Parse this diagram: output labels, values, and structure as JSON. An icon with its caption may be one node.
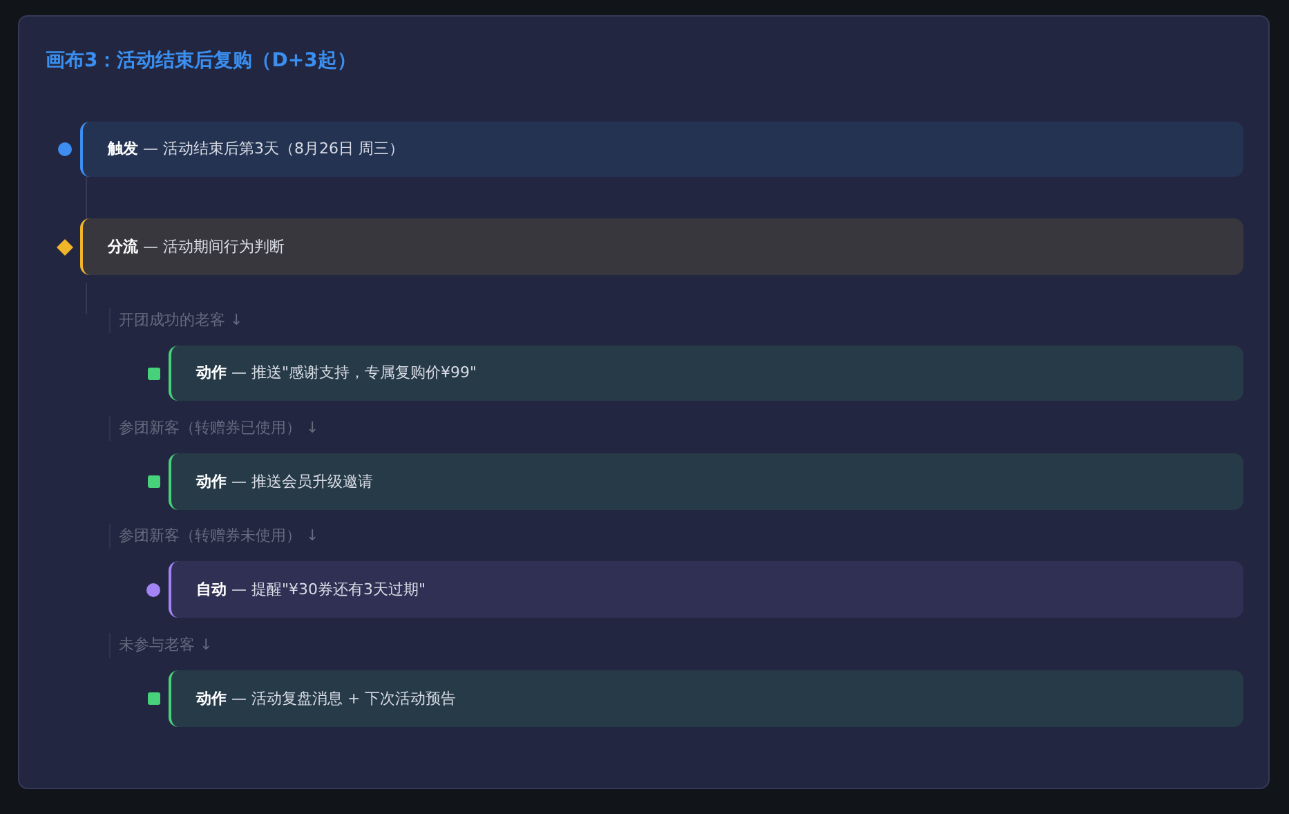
{
  "diagram": {
    "title": "画布3：活动结束后复购（D+3起）",
    "nodes": [
      {
        "text": [
          "**触发** — 活动结束后第3天（8月26日 周三）"
        ]
      },
      {
        "text": [
          "**分流** — 活动期间行为判断"
        ]
      },
      {
        "text": [
          "**动作** — 推送\"感谢支持，专属复购价¥99\""
        ],
        "beside": [
          "开团成功的老客 ↓"
        ]
      },
      {
        "text": [
          "**动作** — 推送会员升级邀请"
        ],
        "beside": [
          "参团新客（转赠券已使用） ↓"
        ]
      },
      {
        "text": [
          "**自动** — 提醒\"¥30券还有3天过期\""
        ],
        "beside": [
          "参团新客（转赠券未使用） ↓"
        ]
      },
      {
        "text": [
          "**动作** — 活动复盘消息 + 下次活动预告"
        ],
        "beside": [
          "未参与老客 ↓"
        ]
      }
    ],
    "edges": [
      {
        "from": 0,
        "to": 1,
        "arrow": "none"
      }
    ]
  }
}
